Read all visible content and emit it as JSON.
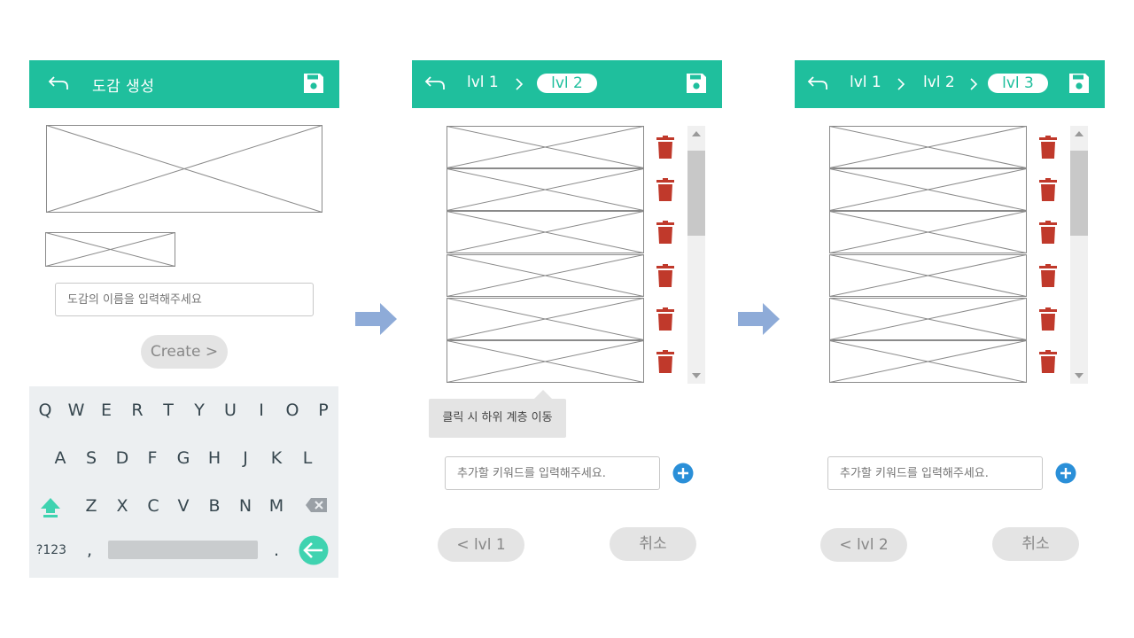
{
  "colors": {
    "accent": "#1fbf9d",
    "trash": "#c0392b",
    "add": "#2a8fd8",
    "flow_arrow": "#8eabd8"
  },
  "screen1": {
    "title": "도감 생성",
    "name_input_placeholder": "도감의 이름을 입력해주세요",
    "create_label": "Create >",
    "keyboard": {
      "row1": [
        "Q",
        "W",
        "E",
        "R",
        "T",
        "Y",
        "U",
        "I",
        "O",
        "P"
      ],
      "row2": [
        "A",
        "S",
        "D",
        "F",
        "G",
        "H",
        "J",
        "K",
        "L"
      ],
      "row3": [
        "Z",
        "X",
        "C",
        "V",
        "B",
        "N",
        "M"
      ],
      "symbols_key": "?123",
      "comma_key": ",",
      "period_key": "."
    }
  },
  "screen2": {
    "crumbs": [
      "lvl 1"
    ],
    "active_crumb": "lvl 2",
    "tooltip": "클릭 시 하위 계층 이동",
    "keyword_placeholder": "추가할 키워드를 입력해주세요.",
    "prev_label": "< lvl 1",
    "cancel_label": "취소"
  },
  "screen3": {
    "crumbs": [
      "lvl 1",
      "lvl 2"
    ],
    "active_crumb": "lvl 3",
    "keyword_placeholder": "추가할 키워드를 입력해주세요.",
    "prev_label": "< lvl 2",
    "cancel_label": "취소"
  }
}
